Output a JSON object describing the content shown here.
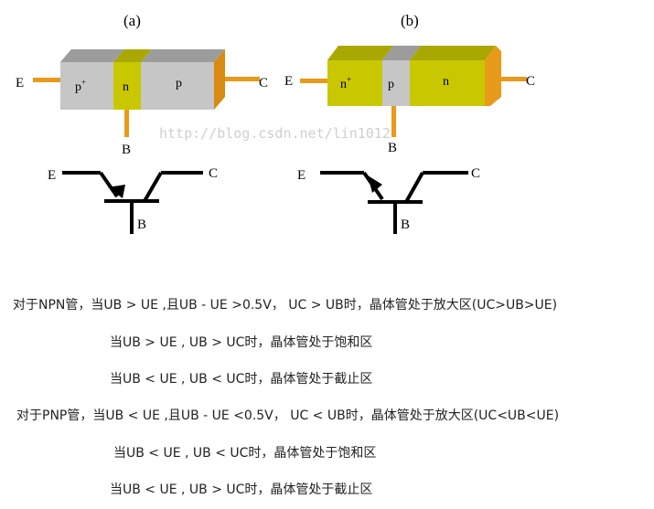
{
  "diagram": {
    "npn_part": {
      "caption": "(a)",
      "regions": [
        {
          "label": "p",
          "superscript": "+"
        },
        {
          "label": "n",
          "superscript": ""
        },
        {
          "label": "p",
          "superscript": ""
        }
      ],
      "emitter_label": "E",
      "collector_label": "C",
      "base_label": "B"
    },
    "pnp_part": {
      "caption": "(b)",
      "regions": [
        {
          "label": "n",
          "superscript": "+"
        },
        {
          "label": "p",
          "superscript": ""
        },
        {
          "label": "n",
          "superscript": ""
        }
      ],
      "emitter_label": "E",
      "collector_label": "C",
      "base_label": "B"
    },
    "watermark": "http://blog.csdn.net/lin1012",
    "colors": {
      "gray_body": "#c6c6c6",
      "gray_top": "#9c9c9c",
      "yellow_body": "#c9c700",
      "yellow_top": "#a8a800",
      "orange_lead": "#e89a1a",
      "orange_end": "#d98a10",
      "symbol": "#000000"
    }
  },
  "notes": [
    "对于NPN管，当UB > UE ,且UB - UE >0.5V， UC > UB时，晶体管处于放大区(UC>UB>UE)",
    "当UB > UE , UB > UC时，晶体管处于饱和区",
    "当UB < UE , UB < UC时，晶体管处于截止区",
    "对于PNP管，当UB < UE ,且UB - UE <0.5V， UC < UB时，晶体管处于放大区(UC<UB<UE)",
    "当UB < UE , UB < UC时，晶体管处于饱和区",
    "当UB  < UE , UB > UC时，晶体管处于截止区"
  ]
}
